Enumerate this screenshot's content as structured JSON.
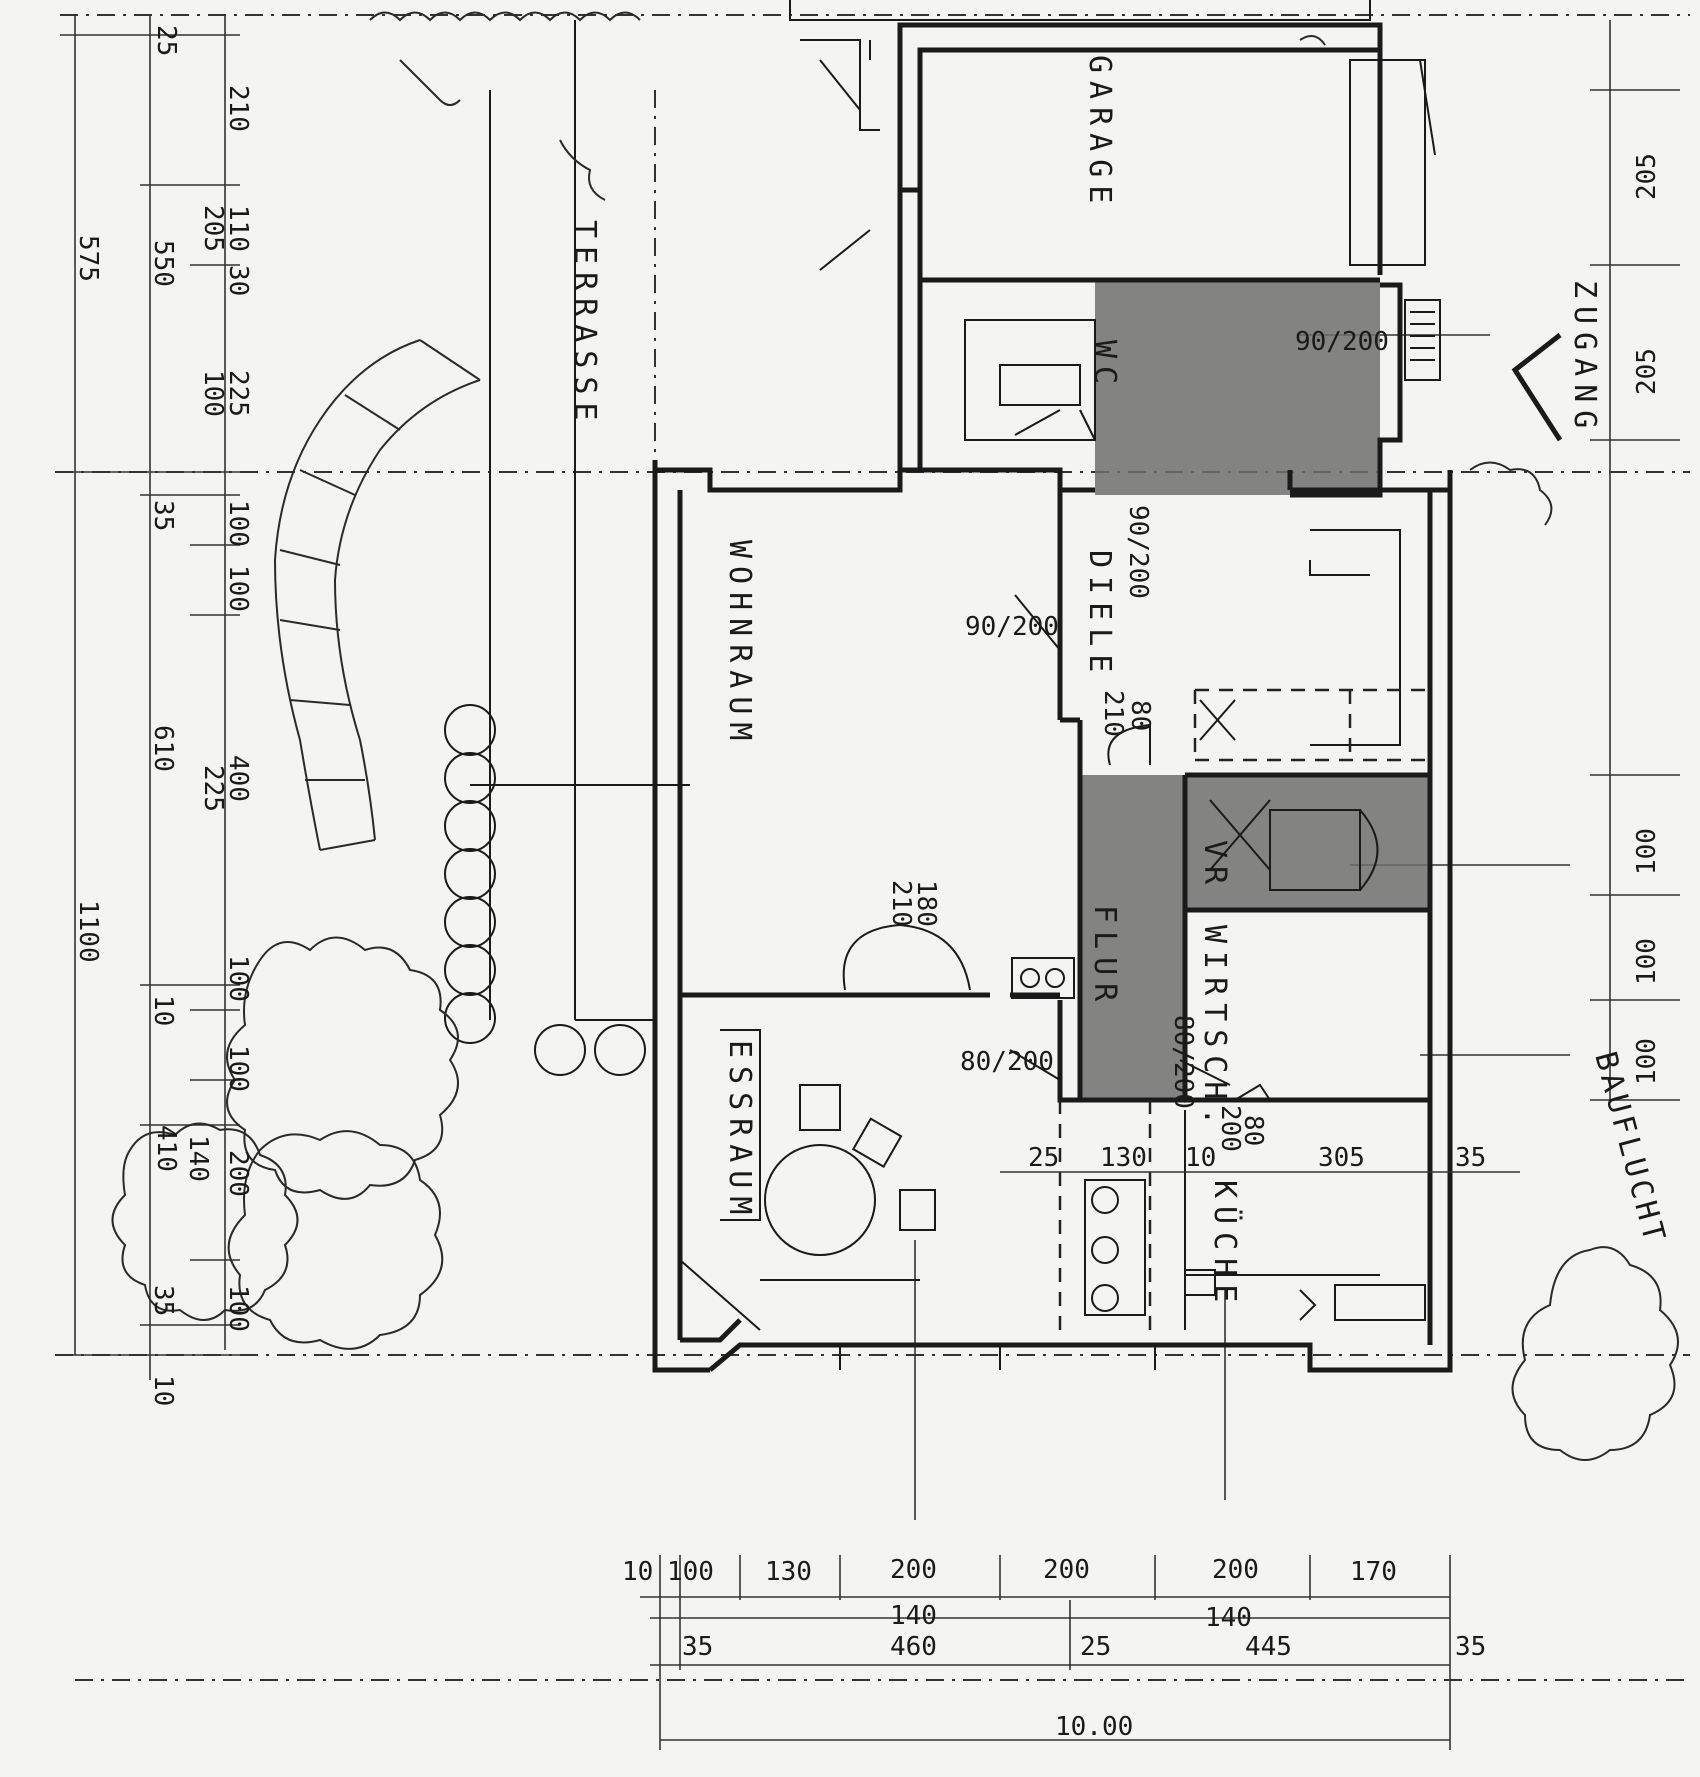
{
  "rooms": {
    "garage": "GARAGE",
    "wc": "WC",
    "wohnraum": "WOHNRAUM",
    "diele": "DIELE",
    "terrasse": "TERRASSE",
    "flur": "FLUR",
    "wirtsch": "WIRTSCH.",
    "essraum": "ESSRAUM",
    "kueche": "KÜCHE",
    "zugang": "ZUGANG",
    "bauflucht": "BAUFLUCHT",
    "vr": "VR"
  },
  "doors": {
    "garage_door": "90/200",
    "wc_door": "90/200",
    "wohnraum_door": "90/200",
    "diele_door_a": "80",
    "diele_door_b": "210",
    "wohn_ess_a": "180",
    "wohn_ess_b": "210",
    "ess_door": "80/200",
    "wirtsch_door": "80/200",
    "kueche_door": "80",
    "kueche_door_b": "200"
  },
  "left_dims": {
    "d25": "25",
    "d210": "210",
    "d110": "110",
    "d205": "205",
    "d30": "30",
    "d550": "550",
    "d575": "575",
    "d100a": "100",
    "d225a": "225",
    "d35a": "35",
    "d100b": "100",
    "d100c": "100",
    "d610": "610",
    "d225b": "225",
    "d400": "400",
    "d1100": "1100",
    "d10a": "10",
    "d100d": "100",
    "d100e": "100",
    "d410": "410",
    "d140": "140",
    "d200": "200",
    "d35b": "35",
    "d100f": "100",
    "d10b": "10"
  },
  "right_dims": {
    "r205a": "205",
    "r205b": "205",
    "r100a": "100",
    "r100b": "100",
    "r100c": "100"
  },
  "inner_dims": {
    "i25": "25",
    "i130": "130",
    "i10": "10",
    "i305": "305",
    "i35": "35"
  },
  "bottom_dims": {
    "b10": "10",
    "b100": "100",
    "b130": "130",
    "b200a": "200",
    "b200b": "200",
    "b200c": "200",
    "b170": "170",
    "b140a": "140",
    "b140b": "140",
    "b35a": "35",
    "b460": "460",
    "b25": "25",
    "b445": "445",
    "b35b": "35",
    "total": "10.00"
  }
}
